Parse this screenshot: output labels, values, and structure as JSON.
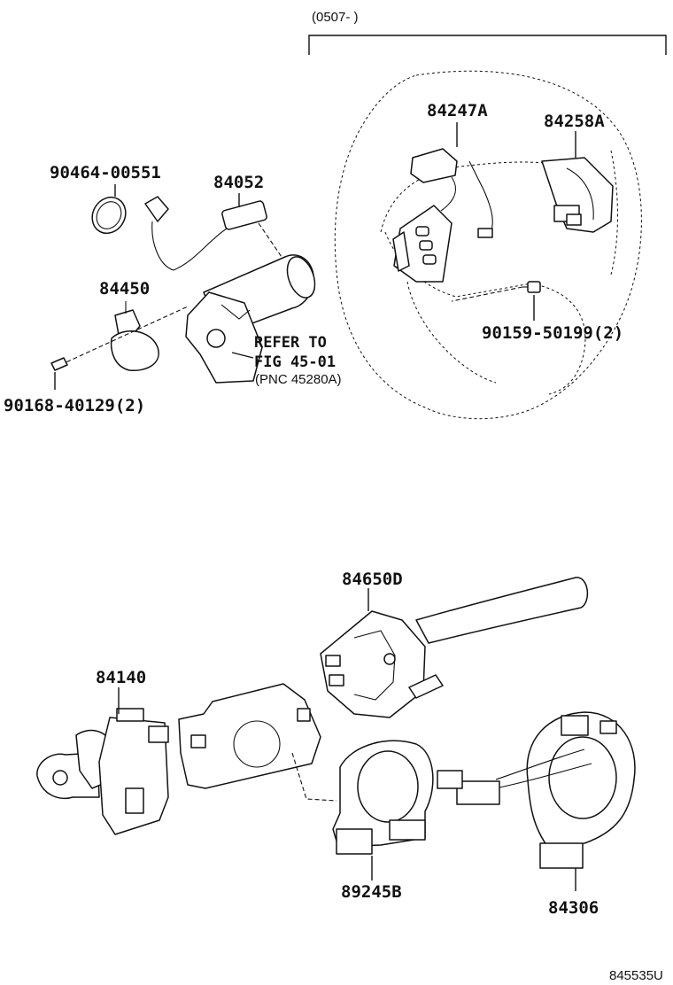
{
  "date_range": "(0507-      )",
  "parts": {
    "p90464_00551": "90464-00551",
    "p84052": "84052",
    "p84450": "84450",
    "p90168_40129": "90168-40129(2)",
    "p84247A": "84247A",
    "p84258A": "84258A",
    "p90159_50199": "90159-50199(2)",
    "p84650D": "84650D",
    "p84140": "84140",
    "p89245B": "89245B",
    "p84306": "84306"
  },
  "reference": {
    "line1": "REFER TO",
    "line2": "FIG 45-01",
    "line3": "(PNC 45280A)"
  },
  "diagram_id": "845535U"
}
